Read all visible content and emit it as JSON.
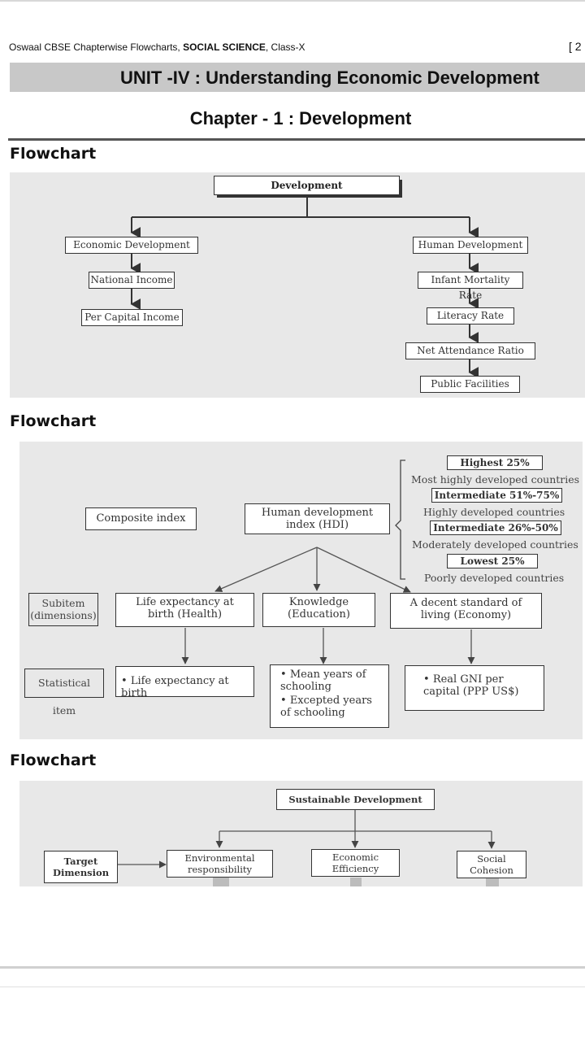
{
  "header": {
    "book": "Oswaal CBSE Chapterwise Flowcharts, ",
    "subject": "SOCIAL SCIENCE",
    "class": ", Class-X",
    "page": "[ 2"
  },
  "unit_title": "UNIT -IV : Understanding Economic Development",
  "chapter_title": "Chapter - 1 : Development",
  "flowchart1": {
    "heading": "Flowchart",
    "root": "Development",
    "left": [
      "Economic Development",
      "National Income",
      "Per Capital Income"
    ],
    "right": [
      "Human Development",
      "Infant Mortality Rate",
      "Literacy Rate",
      "Net Attendance Ratio",
      "Public Facilities"
    ]
  },
  "flowchart2": {
    "heading": "Flowchart",
    "composite_label": "Composite index",
    "hdi": "Human development index (HDI)",
    "categories": [
      {
        "band": "Highest 25%",
        "label": "Most highly developed countries"
      },
      {
        "band": "Intermediate 51%-75%",
        "label": "Highly developed countries"
      },
      {
        "band": "Intermediate 26%-50%",
        "label": "Moderately developed countries"
      },
      {
        "band": "Lowest 25%",
        "label": "Poorly developed countries"
      }
    ],
    "subitem_label": "Subitem (dimensions)",
    "dimensions": [
      "Life expectancy at birth (Health)",
      "Knowledge (Education)",
      "A decent standard of living (Economy)"
    ],
    "statistical_label": "Statistical item",
    "stat_health": [
      "Life expectancy at birth"
    ],
    "stat_knowledge": [
      "Mean years of schooling",
      "Excepted years of schooling"
    ],
    "stat_economy": [
      "Real GNI per capital (PPP US$)"
    ]
  },
  "flowchart3": {
    "heading": "Flowchart",
    "root": "Sustainable Development",
    "target": "Target Dimension",
    "items": [
      "Environmental responsibility",
      "Economic Efficiency",
      "Social Cohesion"
    ]
  }
}
